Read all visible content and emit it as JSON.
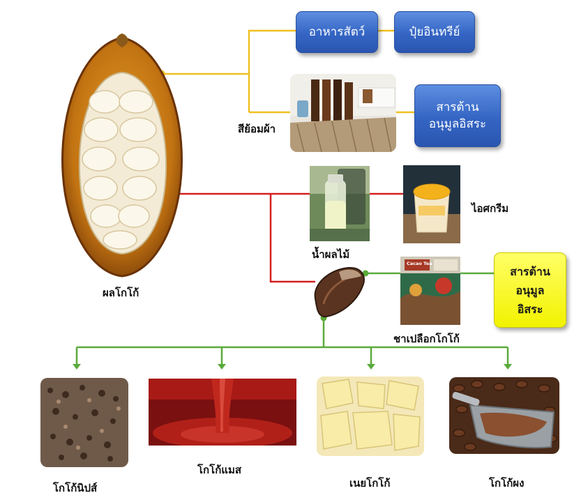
{
  "root": {
    "label": "ผลโกโก้"
  },
  "branch_upper": {
    "animal_feed": "อาหารสัตว์",
    "organic_fertilizer": "ปุ๋ยอินทรีย์",
    "fabric_dye": "สีย้อมผ้า",
    "antioxidant": [
      "สารต้าน",
      "อนุมูลอิสระ"
    ]
  },
  "branch_middle": {
    "fruit_juice": "น้ำผลไม้",
    "ice_cream": "ไอศกรีม"
  },
  "branch_bean": {
    "husk_tea": "ชาเปลือกโกโก้",
    "tea_package_text": "Cacao Tea",
    "antioxidant": [
      "สารต้าน",
      "อนุมูล",
      "อิสระ"
    ]
  },
  "products": {
    "nibs": "โกโก้นิปส์",
    "mass": "โกโก้แมส",
    "butter": "เนยโกโก้",
    "powder": "โกโก้ผง"
  },
  "colors": {
    "line_yellow": "#f0c020",
    "line_red": "#d42020",
    "line_green": "#5aaa3c",
    "box_blue": "#3465c4",
    "box_yellow": "#f2f200"
  }
}
